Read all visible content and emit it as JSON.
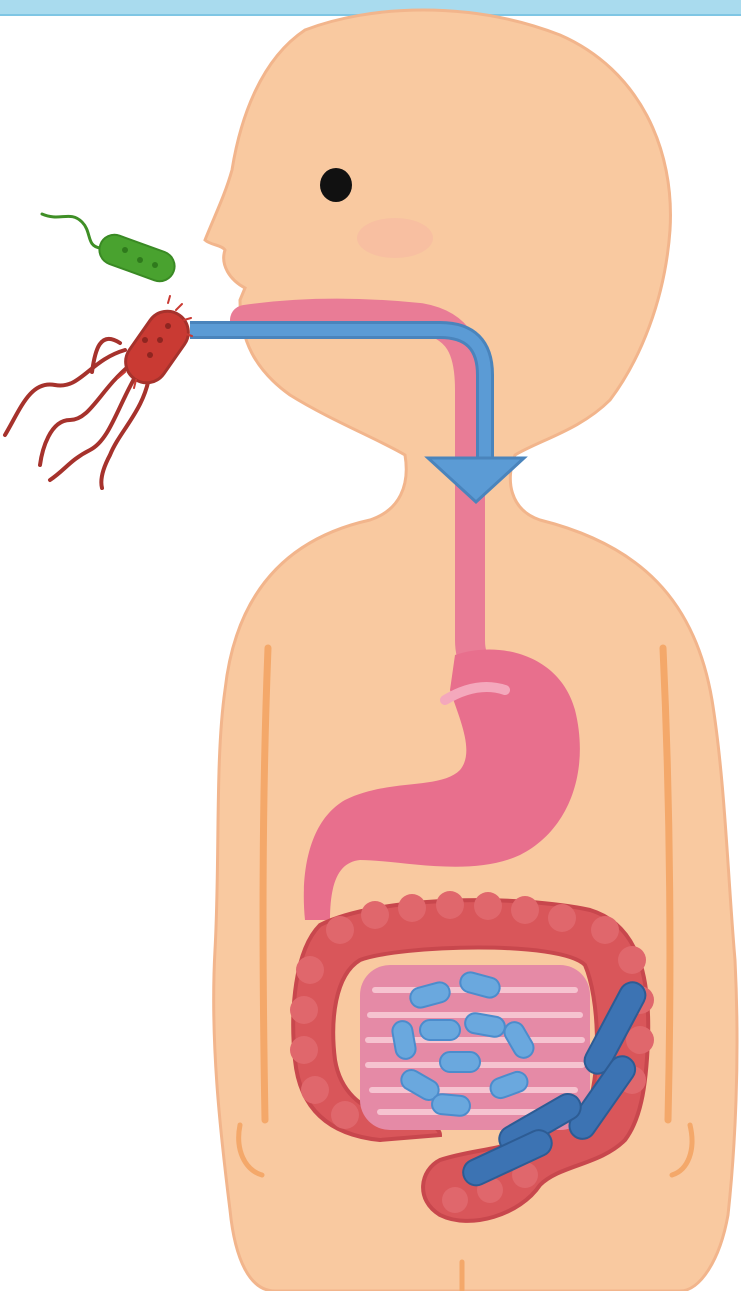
{
  "diagram": {
    "type": "infographic",
    "subject": "digestive-tract-bacteria",
    "colors": {
      "skin": "#f9c9a0",
      "skin_stroke": "#f2b58c",
      "esophagus": "#e97c96",
      "stomach": "#e86f8d",
      "large_intestine": "#d9565a",
      "small_intestine": "#f0a7bd",
      "arrow": "#5b9bd5",
      "arrow_stroke": "#4a84bc",
      "bacterium_green": "#49a22f",
      "bacterium_red": "#c93a33",
      "gut_bacteria_light": "#6aa8de",
      "gut_bacteria_dark": "#3c73b3",
      "top_band": "#a9dbee"
    },
    "icons": [
      "human-body-silhouette",
      "green-bacterium-icon",
      "red-flagellated-bacterium-icon",
      "ingestion-arrow",
      "gut-bacteria-cluster"
    ]
  }
}
